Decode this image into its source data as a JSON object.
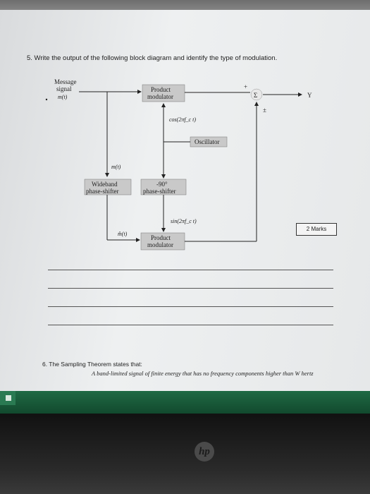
{
  "question5": {
    "text": "5.   Write the output of the following block diagram and identify the type of modulation.",
    "marks": "2 Marks"
  },
  "diagram": {
    "input_label_line1": "Message",
    "input_label_line2": "signal",
    "input_signal": "m(t)",
    "product_modulator_top_line1": "Product",
    "product_modulator_top_line2": "modulator",
    "cos_label": "cos(2πf_c t)",
    "oscillator": "Oscillator",
    "mt_label": "m(t)",
    "wideband_line1": "Wideband",
    "wideband_line2": "phase-shifter",
    "shift90_line1": "-90°",
    "shift90_line2": "phase-shifter",
    "sin_label": "sin(2πf_c t)",
    "mhat_label": "m̂(t)",
    "product_modulator_bottom_line1": "Product",
    "product_modulator_bottom_line2": "modulator",
    "sum_symbol": "Σ",
    "plus_sign": "+",
    "pm_sign": "±",
    "output": "Y"
  },
  "question6": {
    "text": "6.   The Sampling Theorem states that:",
    "statement": "A band-limited signal of finite energy that has no frequency components higher than W hertz"
  },
  "taskbar": {
    "icon": "app-icon"
  },
  "laptop": {
    "logo": "hp"
  }
}
